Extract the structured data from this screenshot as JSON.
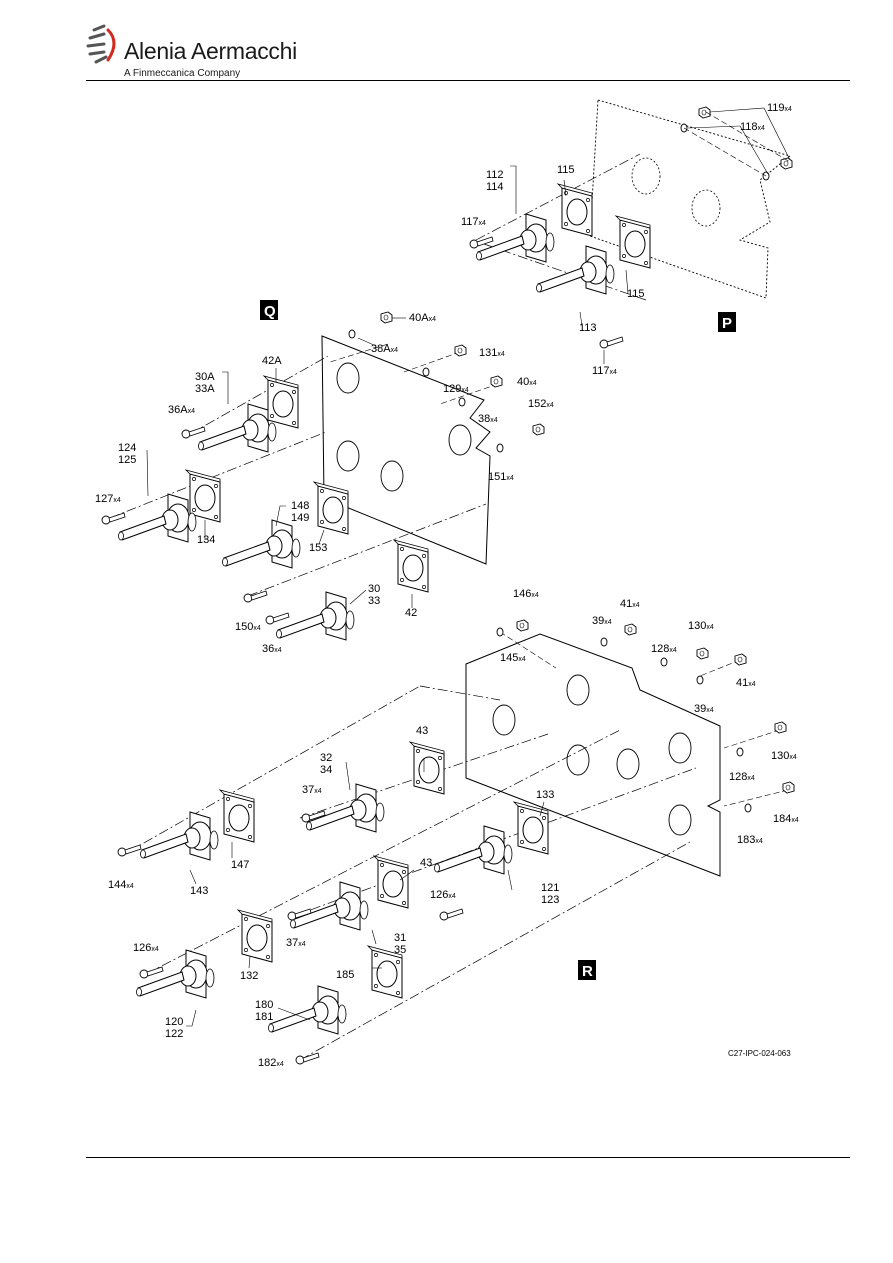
{
  "header": {
    "brand": "Alenia Aermacchi",
    "subtitle": "A Finmeccanica Company"
  },
  "figure": {
    "reference": "C27-IPC-024-063",
    "view_labels": [
      "P",
      "Q",
      "R"
    ],
    "callouts": [
      {
        "n": "119",
        "q": "x4"
      },
      {
        "n": "118",
        "q": "x4"
      },
      {
        "n": "115",
        "q": ""
      },
      {
        "n": "112",
        "q": ""
      },
      {
        "n": "114",
        "q": ""
      },
      {
        "n": "117",
        "q": "x4"
      },
      {
        "n": "115",
        "q": ""
      },
      {
        "n": "113",
        "q": ""
      },
      {
        "n": "117",
        "q": "x4"
      },
      {
        "n": "40A",
        "q": "x4"
      },
      {
        "n": "38A",
        "q": "x4"
      },
      {
        "n": "131",
        "q": "x4"
      },
      {
        "n": "129",
        "q": "x4"
      },
      {
        "n": "40",
        "q": "x4"
      },
      {
        "n": "38",
        "q": "x4"
      },
      {
        "n": "152",
        "q": "x4"
      },
      {
        "n": "151",
        "q": "x4"
      },
      {
        "n": "42A",
        "q": ""
      },
      {
        "n": "30A",
        "q": ""
      },
      {
        "n": "33A",
        "q": ""
      },
      {
        "n": "36A",
        "q": "x4"
      },
      {
        "n": "124",
        "q": ""
      },
      {
        "n": "125",
        "q": ""
      },
      {
        "n": "127",
        "q": "x4"
      },
      {
        "n": "134",
        "q": ""
      },
      {
        "n": "148",
        "q": ""
      },
      {
        "n": "149",
        "q": ""
      },
      {
        "n": "153",
        "q": ""
      },
      {
        "n": "30",
        "q": ""
      },
      {
        "n": "33",
        "q": ""
      },
      {
        "n": "150",
        "q": "x4"
      },
      {
        "n": "36",
        "q": "x4"
      },
      {
        "n": "42",
        "q": ""
      },
      {
        "n": "146",
        "q": "x4"
      },
      {
        "n": "145",
        "q": "x4"
      },
      {
        "n": "39",
        "q": "x4"
      },
      {
        "n": "41",
        "q": "x4"
      },
      {
        "n": "130",
        "q": "x4"
      },
      {
        "n": "128",
        "q": "x4"
      },
      {
        "n": "41",
        "q": "x4"
      },
      {
        "n": "39",
        "q": "x4"
      },
      {
        "n": "130",
        "q": "x4"
      },
      {
        "n": "128",
        "q": "x4"
      },
      {
        "n": "184",
        "q": "x4"
      },
      {
        "n": "183",
        "q": "x4"
      },
      {
        "n": "43",
        "q": ""
      },
      {
        "n": "32",
        "q": ""
      },
      {
        "n": "34",
        "q": ""
      },
      {
        "n": "37",
        "q": "x4"
      },
      {
        "n": "133",
        "q": ""
      },
      {
        "n": "147",
        "q": ""
      },
      {
        "n": "144",
        "q": "x4"
      },
      {
        "n": "143",
        "q": ""
      },
      {
        "n": "43",
        "q": ""
      },
      {
        "n": "121",
        "q": ""
      },
      {
        "n": "123",
        "q": ""
      },
      {
        "n": "126",
        "q": "x4"
      },
      {
        "n": "37",
        "q": "x4"
      },
      {
        "n": "31",
        "q": ""
      },
      {
        "n": "35",
        "q": ""
      },
      {
        "n": "126",
        "q": "x4"
      },
      {
        "n": "132",
        "q": ""
      },
      {
        "n": "185",
        "q": ""
      },
      {
        "n": "120",
        "q": ""
      },
      {
        "n": "122",
        "q": ""
      },
      {
        "n": "180",
        "q": ""
      },
      {
        "n": "181",
        "q": ""
      },
      {
        "n": "182",
        "q": "x4"
      }
    ]
  }
}
